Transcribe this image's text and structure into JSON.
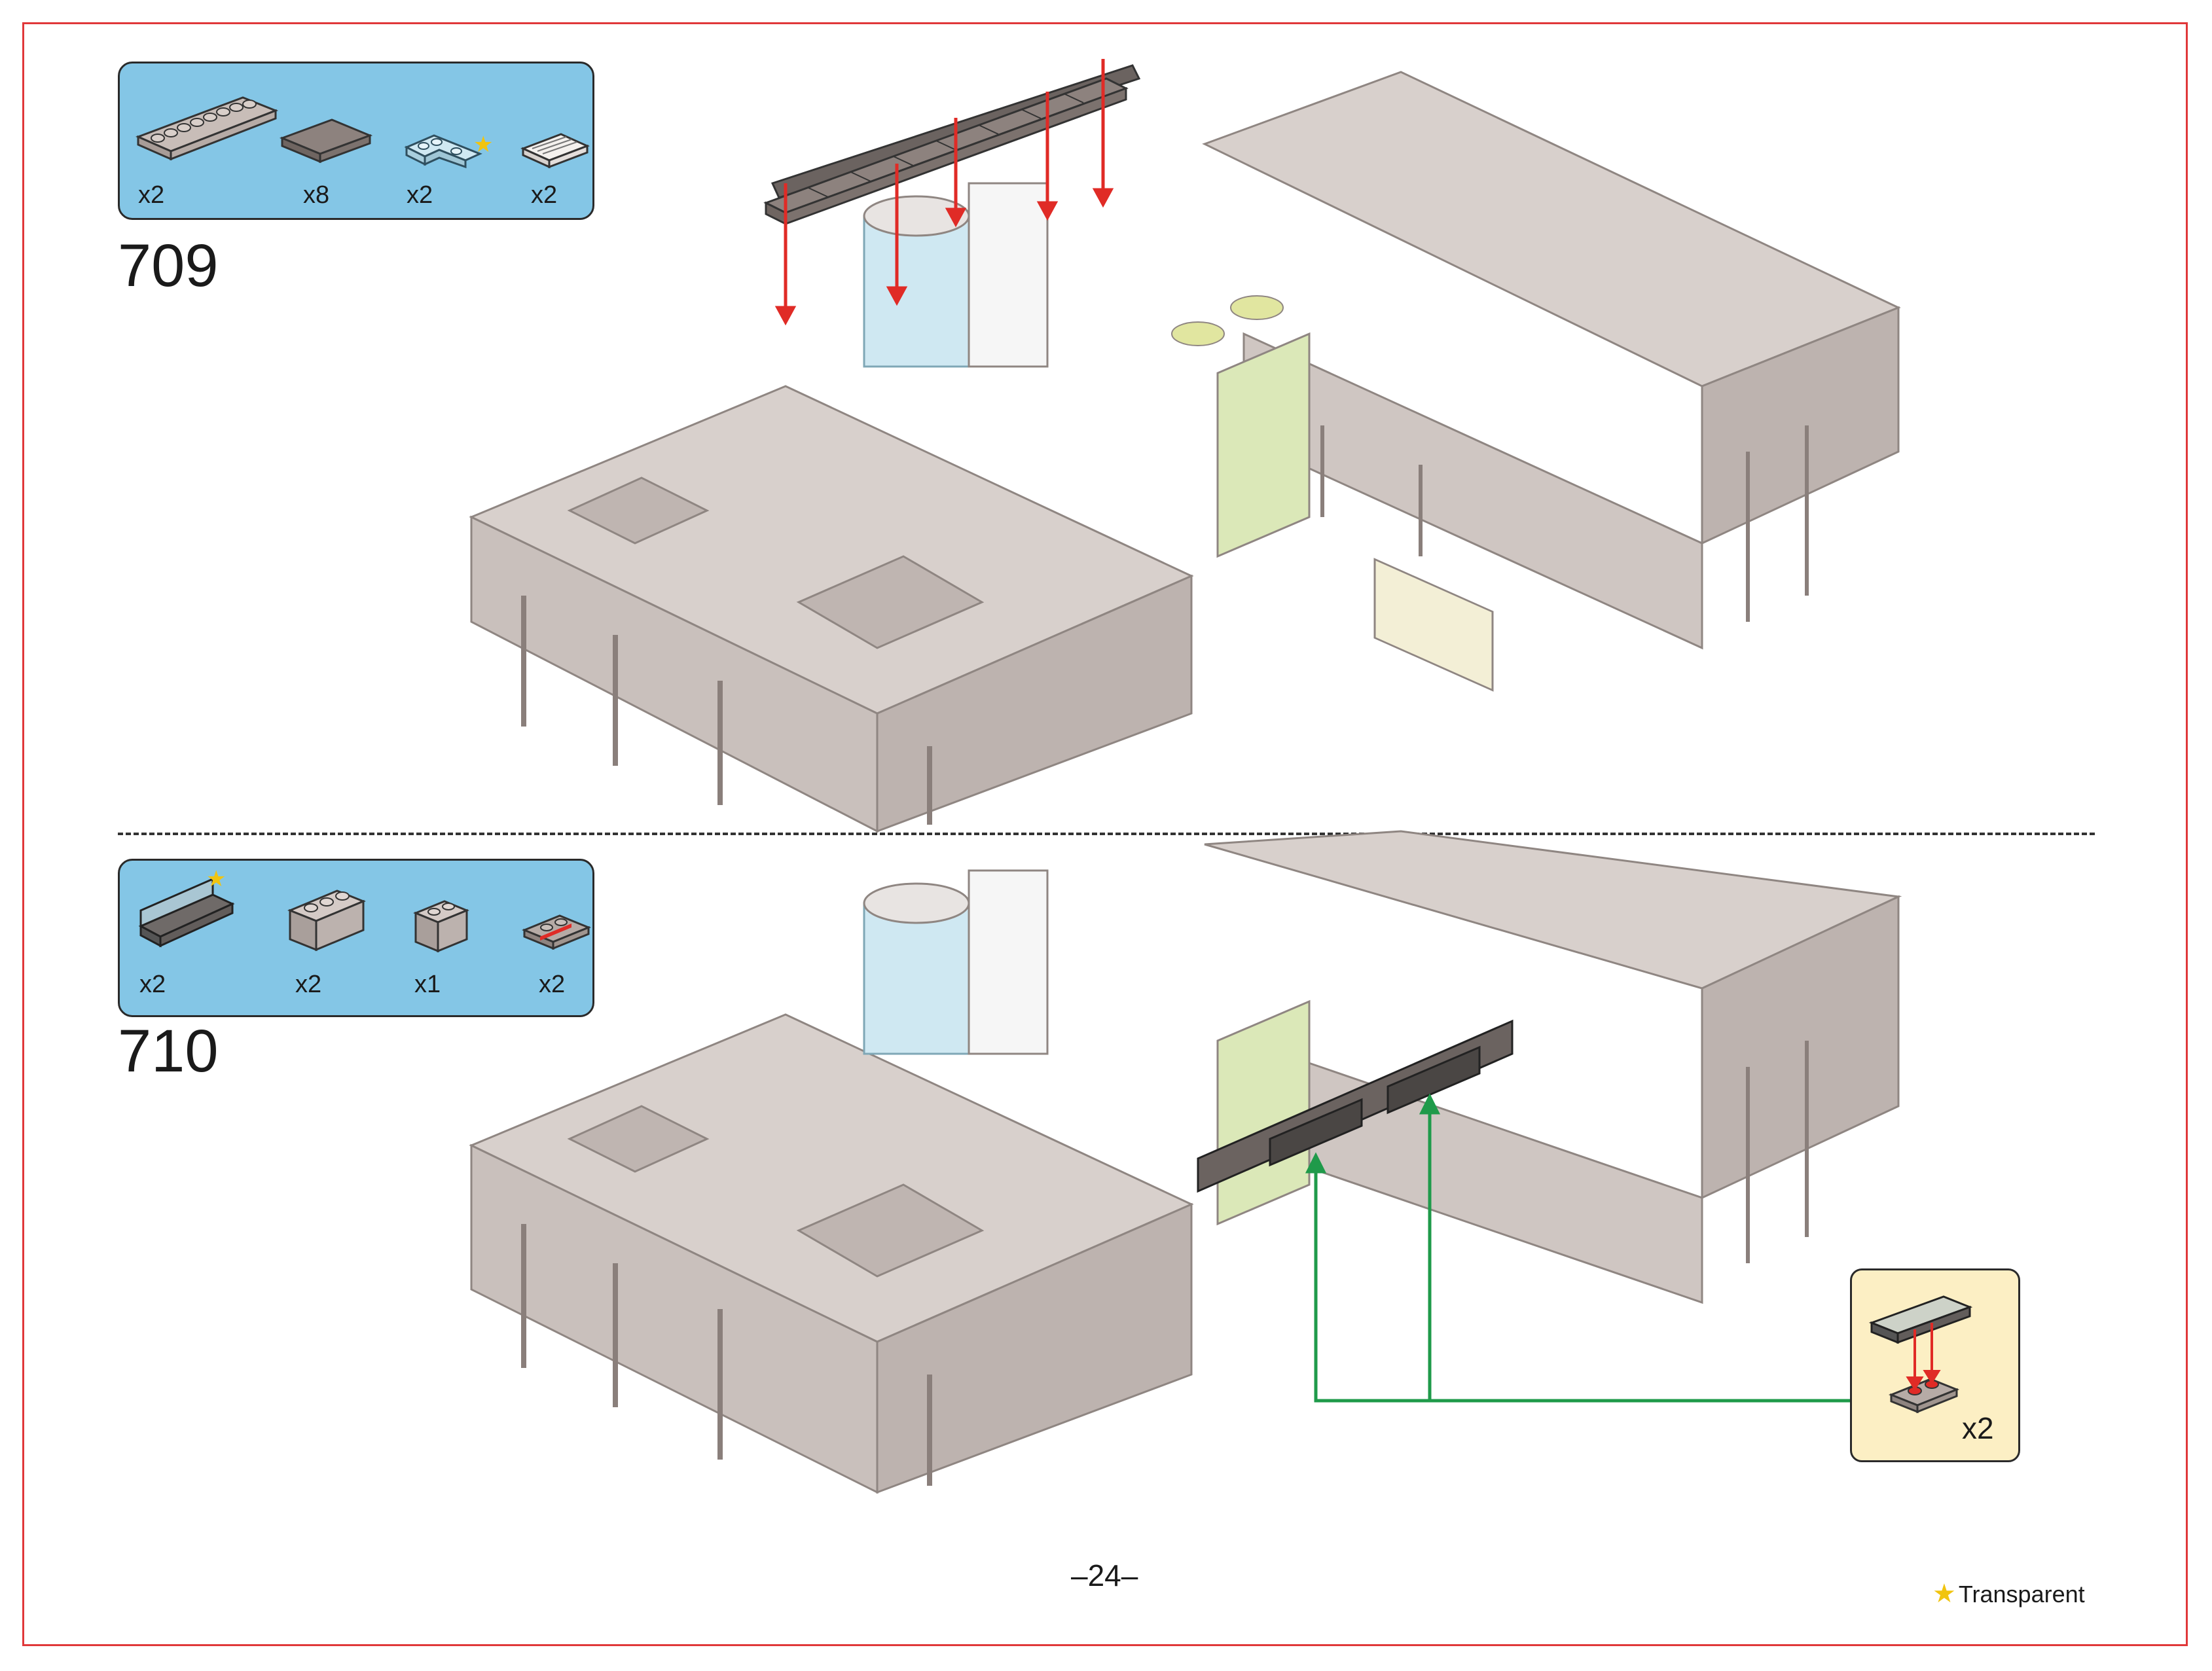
{
  "steps": [
    {
      "number": "709",
      "parts": [
        {
          "icon": "plate-1x8-icon",
          "qty": "x2",
          "transparent": false
        },
        {
          "icon": "tile-2x3-icon",
          "qty": "x8",
          "transparent": false
        },
        {
          "icon": "corner-plate-icon",
          "qty": "x2",
          "transparent": true
        },
        {
          "icon": "grille-tile-icon",
          "qty": "x2",
          "transparent": false
        }
      ]
    },
    {
      "number": "710",
      "parts": [
        {
          "icon": "panel-1x4-icon",
          "qty": "x2",
          "transparent": true
        },
        {
          "icon": "brick-1x3-icon",
          "qty": "x2",
          "transparent": false
        },
        {
          "icon": "brick-1x2-icon",
          "qty": "x1",
          "transparent": false
        },
        {
          "icon": "plate-rail-icon",
          "qty": "x2",
          "transparent": false
        }
      ]
    }
  ],
  "callout": {
    "qty": "x2",
    "icon": "panel-on-plate-icon"
  },
  "page_number": "–24–",
  "legend": {
    "star_color": "#f1c40f",
    "label": "Transparent"
  },
  "colors": {
    "frame": "#e0383a",
    "parts_box": "#84c6e6",
    "callout_box": "#fcefc4",
    "arrow_red": "#e02b26",
    "arrow_green": "#1f9a4a",
    "model_stone": "#d8d0cc",
    "model_glass": "#cfe8f2"
  }
}
